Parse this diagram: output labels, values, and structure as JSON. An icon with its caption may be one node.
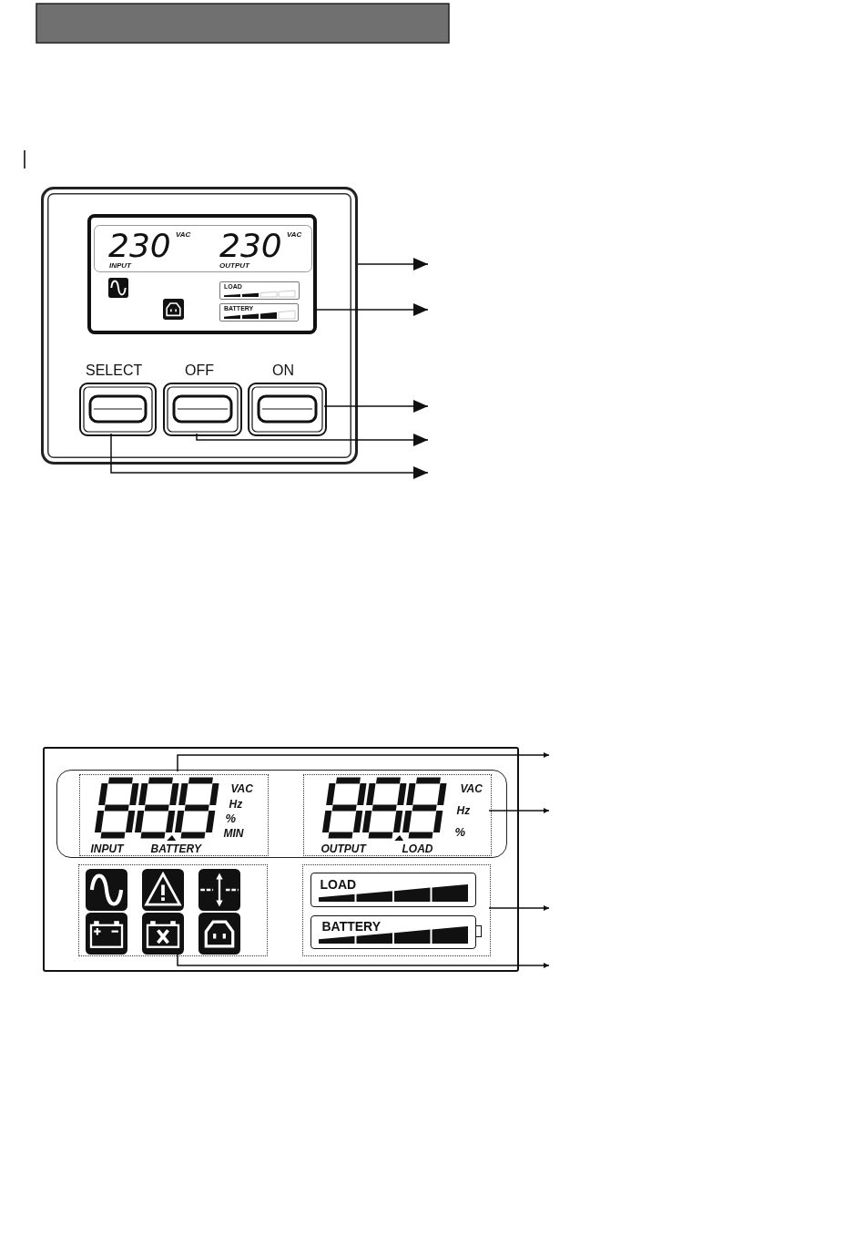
{
  "diagram": {
    "nodes": [
      {
        "text": [],
        "shape": "box"
      },
      {
        "text": [
          "230",
          "VAC",
          "INPUT",
          "230",
          "VAC",
          "OUTPUT"
        ],
        "in": 0
      },
      {
        "text": [
          "LOAD"
        ],
        "in": 1
      },
      {
        "text": [
          "BATTERY"
        ],
        "in": 1
      },
      {
        "text": [
          "SELECT"
        ],
        "in": 0
      },
      {
        "text": [
          "OFF"
        ],
        "in": 0
      },
      {
        "text": [
          "ON"
        ],
        "in": 0
      },
      {
        "text": [],
        "shape": "box"
      },
      {
        "text": [],
        "shape": "box",
        "in": 7
      },
      {
        "text": [
          "VAC",
          "Hz",
          "%",
          "MIN",
          "INPUT",
          "BATTERY"
        ],
        "in": 8
      },
      {
        "text": [
          "VAC",
          "Hz",
          "%",
          "OUTPUT",
          "LOAD"
        ],
        "in": 8
      },
      {
        "text": [],
        "shape": "box",
        "in": 7
      },
      {
        "text": [],
        "shape": "box",
        "in": 7
      },
      {
        "text": [
          "LOAD"
        ],
        "in": 12
      },
      {
        "text": [
          "BATTERY"
        ],
        "in": 12
      }
    ],
    "edges": [
      {
        "from": 0,
        "to": null,
        "arrow": "to"
      },
      {
        "from": 1,
        "to": null,
        "arrow": "to"
      },
      {
        "from": 6,
        "to": null,
        "arrow": "to"
      },
      {
        "from": 5,
        "to": null,
        "arrow": "to"
      },
      {
        "from": 4,
        "to": null,
        "arrow": "to"
      },
      {
        "from": 9,
        "to": null,
        "arrow": "to"
      },
      {
        "from": 10,
        "to": null,
        "arrow": "to"
      },
      {
        "from": 12,
        "to": null,
        "arrow": "to"
      },
      {
        "from": 11,
        "to": null,
        "arrow": "to"
      }
    ]
  }
}
